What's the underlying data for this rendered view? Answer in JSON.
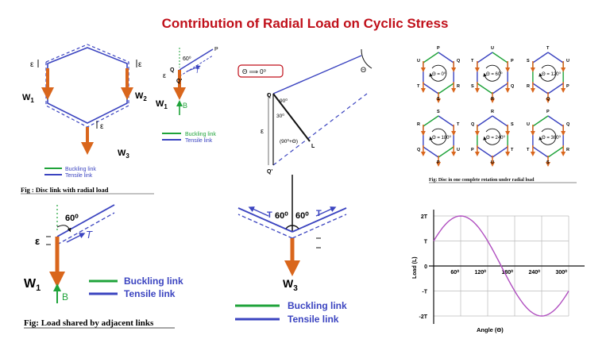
{
  "title": "Contribution of Radial Load on Cyclic Stress",
  "colors": {
    "title": "#c0101a",
    "buckling": "#1fa33a",
    "tensile": "#3b44c0",
    "load": "#d9661c",
    "curve": "#b04fc0",
    "grid": "#bbbbbb"
  },
  "fig1": {
    "w1": "W",
    "w1_sub": "1",
    "w2": "W",
    "w2_sub": "2",
    "w3": "W",
    "w3_sub": "3",
    "eps": "ε",
    "legend_buckling": "Buckling link",
    "legend_tensile": "Tensile link",
    "caption": "Fig : Disc link with radial load"
  },
  "fig2": {
    "angle": "60⁰",
    "p": "P",
    "q": "Q",
    "q_prime": "Q'",
    "eps": "ε",
    "t": "T",
    "w1": "W",
    "w1_sub": "1",
    "b": "B",
    "legend_buckling": "Buckling link",
    "legend_tensile": "Tensile link"
  },
  "fig3": {
    "theta_box": "Θ ⟹ 0⁰",
    "theta": "Θ",
    "q": "Q",
    "q_prime": "Q'",
    "l": "L",
    "a90": "90⁰",
    "a30": "30⁰",
    "a90t": "(90⁰+Θ)",
    "eps": "ε"
  },
  "fig4": {
    "discs": [
      {
        "theta": "Θ = 0⁰",
        "labels": [
          "P",
          "Q",
          "R",
          "S",
          "T",
          "U"
        ]
      },
      {
        "theta": "Θ = 60⁰",
        "labels": [
          "U",
          "P",
          "Q",
          "R",
          "S",
          "T"
        ]
      },
      {
        "theta": "Θ = 120⁰",
        "labels": [
          "T",
          "U",
          "P",
          "Q",
          "R",
          "S"
        ]
      },
      {
        "theta": "Θ = 180⁰",
        "labels": [
          "S",
          "T",
          "U",
          "P",
          "Q",
          "R"
        ]
      },
      {
        "theta": "Θ = 240⁰",
        "labels": [
          "R",
          "S",
          "T",
          "U",
          "P",
          "Q"
        ]
      },
      {
        "theta": "Θ = 360⁰",
        "labels": [
          "P",
          "Q",
          "R",
          "S",
          "T",
          "U"
        ]
      }
    ],
    "caption": "Fig: Disc in one complete rotation under radial load"
  },
  "fig5": {
    "angle": "60⁰",
    "t": "T",
    "eps": "ε",
    "w1": "W",
    "w1_sub": "1",
    "b": "B",
    "legend_buckling": "Buckling link",
    "legend_tensile": "Tensile link",
    "caption": "Fig: Load shared by adjacent links"
  },
  "fig6": {
    "a1": "60⁰",
    "a2": "60⁰",
    "t1": "T",
    "t2": "T",
    "w3": "W",
    "w3_sub": "3",
    "legend_buckling": "Buckling link",
    "legend_tensile": "Tensile link"
  },
  "chart_data": {
    "type": "line",
    "title": "",
    "xlabel": "Angle (Θ)",
    "ylabel": "Load (L)",
    "x_ticks": [
      "60⁰",
      "120⁰",
      "180⁰",
      "240⁰",
      "300⁰"
    ],
    "y_ticks": [
      "2T",
      "T",
      "0",
      "-T",
      "-2T"
    ],
    "xlim": [
      0,
      300
    ],
    "ylim": [
      -2,
      2
    ],
    "series": [
      {
        "x": [
          0,
          30,
          60,
          90,
          120,
          150,
          180,
          210,
          240,
          270,
          300
        ],
        "y": [
          1,
          1.73,
          2,
          1.73,
          1,
          0,
          -1,
          -1.73,
          -2,
          -1.73,
          -1
        ]
      }
    ]
  }
}
